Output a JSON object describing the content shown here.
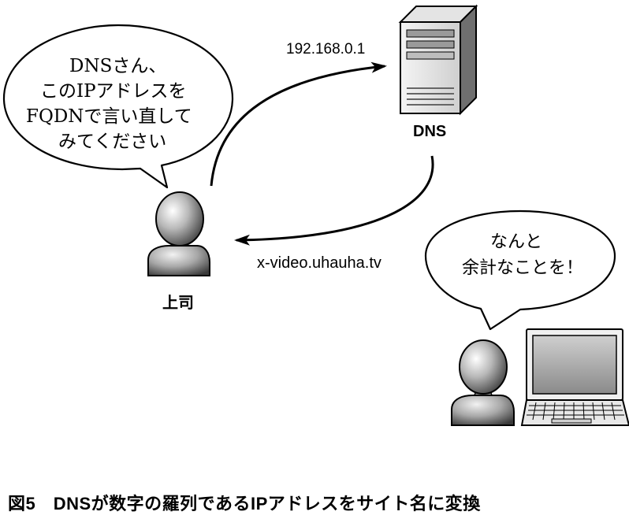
{
  "boss_bubble": {
    "line1": "DNSさん、",
    "line2": "このIPアドレスを",
    "line3": "FQDNで言い直して",
    "line4": "みてください"
  },
  "ip_address": "192.168.0.1",
  "dns_label": "DNS",
  "fqdn": "x-video.uhauha.tv",
  "boss_label": "上司",
  "user_bubble": {
    "line1": "なんと",
    "line2": "余計なことを！"
  },
  "caption": "図5　DNSが数字の羅列であるIPアドレスをサイト名に変換",
  "icons": [
    "person-icon",
    "server-icon",
    "laptop-icon"
  ]
}
